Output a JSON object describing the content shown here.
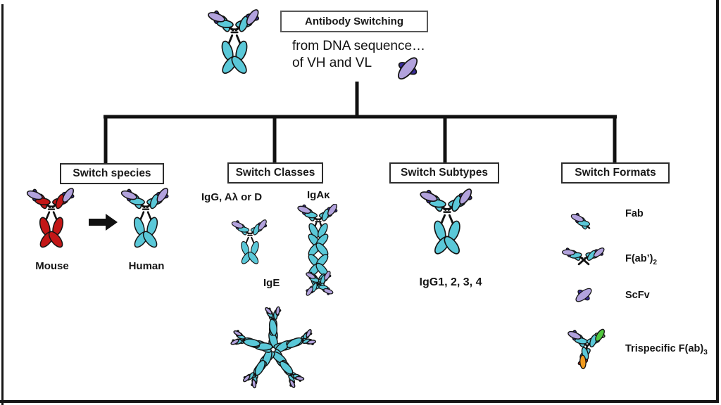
{
  "title": {
    "label": "Antibody Switching"
  },
  "subtitle": {
    "line1": "from DNA sequence…",
    "line2": "of VH and VL"
  },
  "branches": [
    {
      "label": "Switch species"
    },
    {
      "label": "Switch Classes"
    },
    {
      "label": "Switch Subtypes"
    },
    {
      "label": "Switch Formats"
    }
  ],
  "species": {
    "from_label": "Mouse",
    "to_label": "Human"
  },
  "classes": {
    "igg_label": "IgG, Aλ or D",
    "iga_label": "IgAκ",
    "ige_label": "IgE"
  },
  "subtypes": {
    "label": "IgG1, 2, 3, 4"
  },
  "formats": [
    {
      "main": "Fab",
      "sub": ""
    },
    {
      "main": "F(ab’)",
      "sub": "2"
    },
    {
      "main": "ScFv",
      "sub": ""
    },
    {
      "main": "Trispecific F(ab)",
      "sub": "3"
    }
  ],
  "palette": {
    "cyan": "#5AC8D8",
    "lavender": "#B2A2DD",
    "indigo": "#3A2C9C",
    "red": "#C31717",
    "green": "#52C93F",
    "green_dark": "#93AE8C",
    "orange": "#F19A1E",
    "red_orange": "#DE2508",
    "line": "#111111"
  }
}
